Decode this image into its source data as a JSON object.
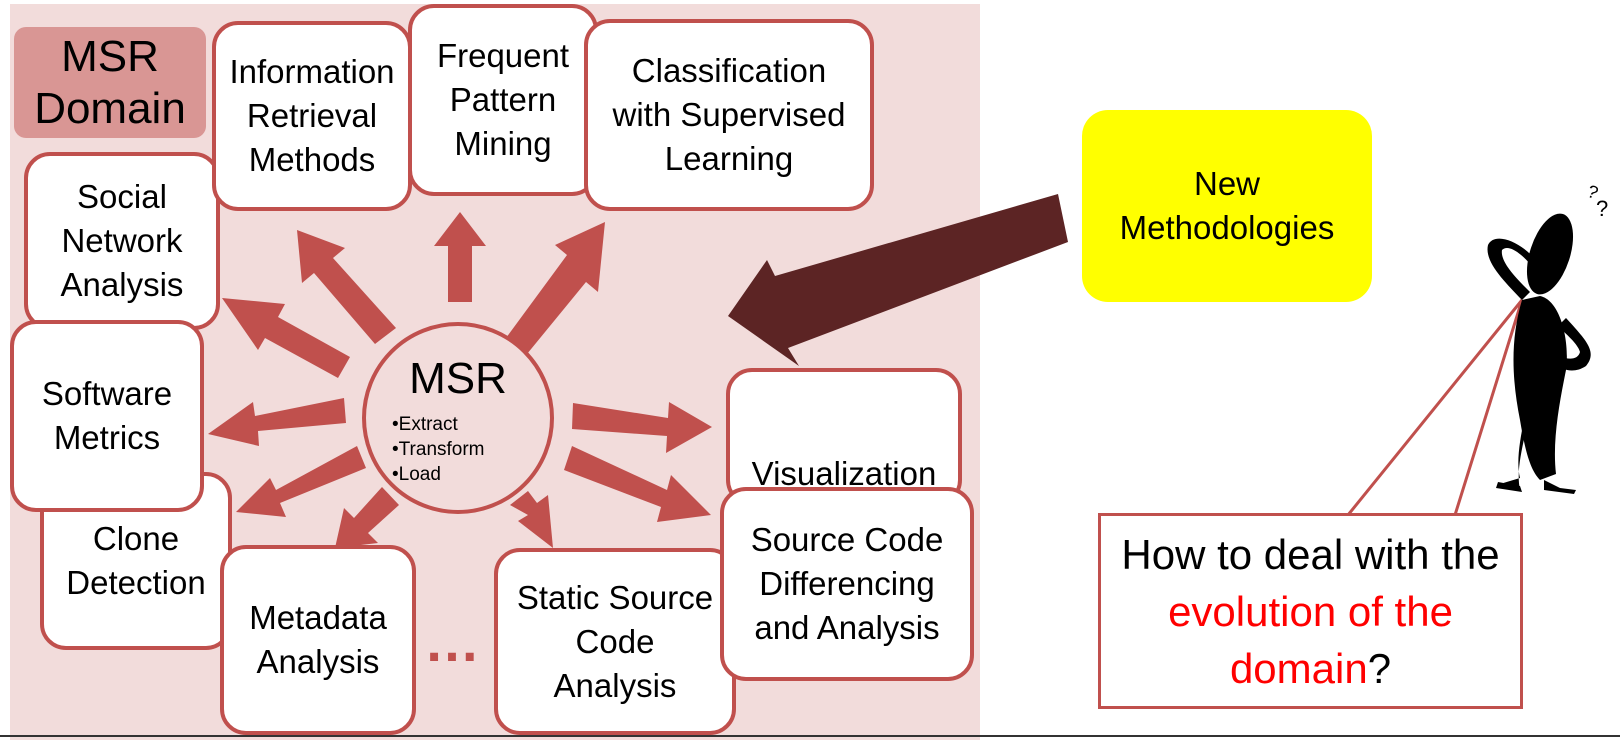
{
  "domain_label": "MSR\nDomain",
  "center": {
    "title": "MSR",
    "steps": [
      "•Extract",
      "•Transform",
      "•Load"
    ]
  },
  "boxes": {
    "information_retrieval": "Information\nRetrieval\nMethods",
    "frequent_pattern": "Frequent\nPattern\nMining",
    "classification": "Classification\nwith Supervised\nLearning",
    "social_network": "Social\nNetwork\nAnalysis",
    "software_metrics": "Software\nMetrics",
    "clone_detection": "Clone\nDetection",
    "metadata_analysis": "Metadata\nAnalysis",
    "static_source": "Static Source\nCode\nAnalysis",
    "visualization": "Visualization",
    "source_differencing": "Source Code\nDifferencing\nand Analysis"
  },
  "ellipsis": "…",
  "new_methodologies": "New\nMethodologies",
  "callout": {
    "part1": "How to deal with the ",
    "highlight": "evolution of the domain",
    "part2": "?"
  },
  "colors": {
    "panel": "#f2dcdb",
    "accent": "#c0504d",
    "domain_label": "#d99694",
    "new_methodologies": "#ffff00",
    "big_arrow": "#5c2424",
    "highlight": "#ff0000"
  }
}
